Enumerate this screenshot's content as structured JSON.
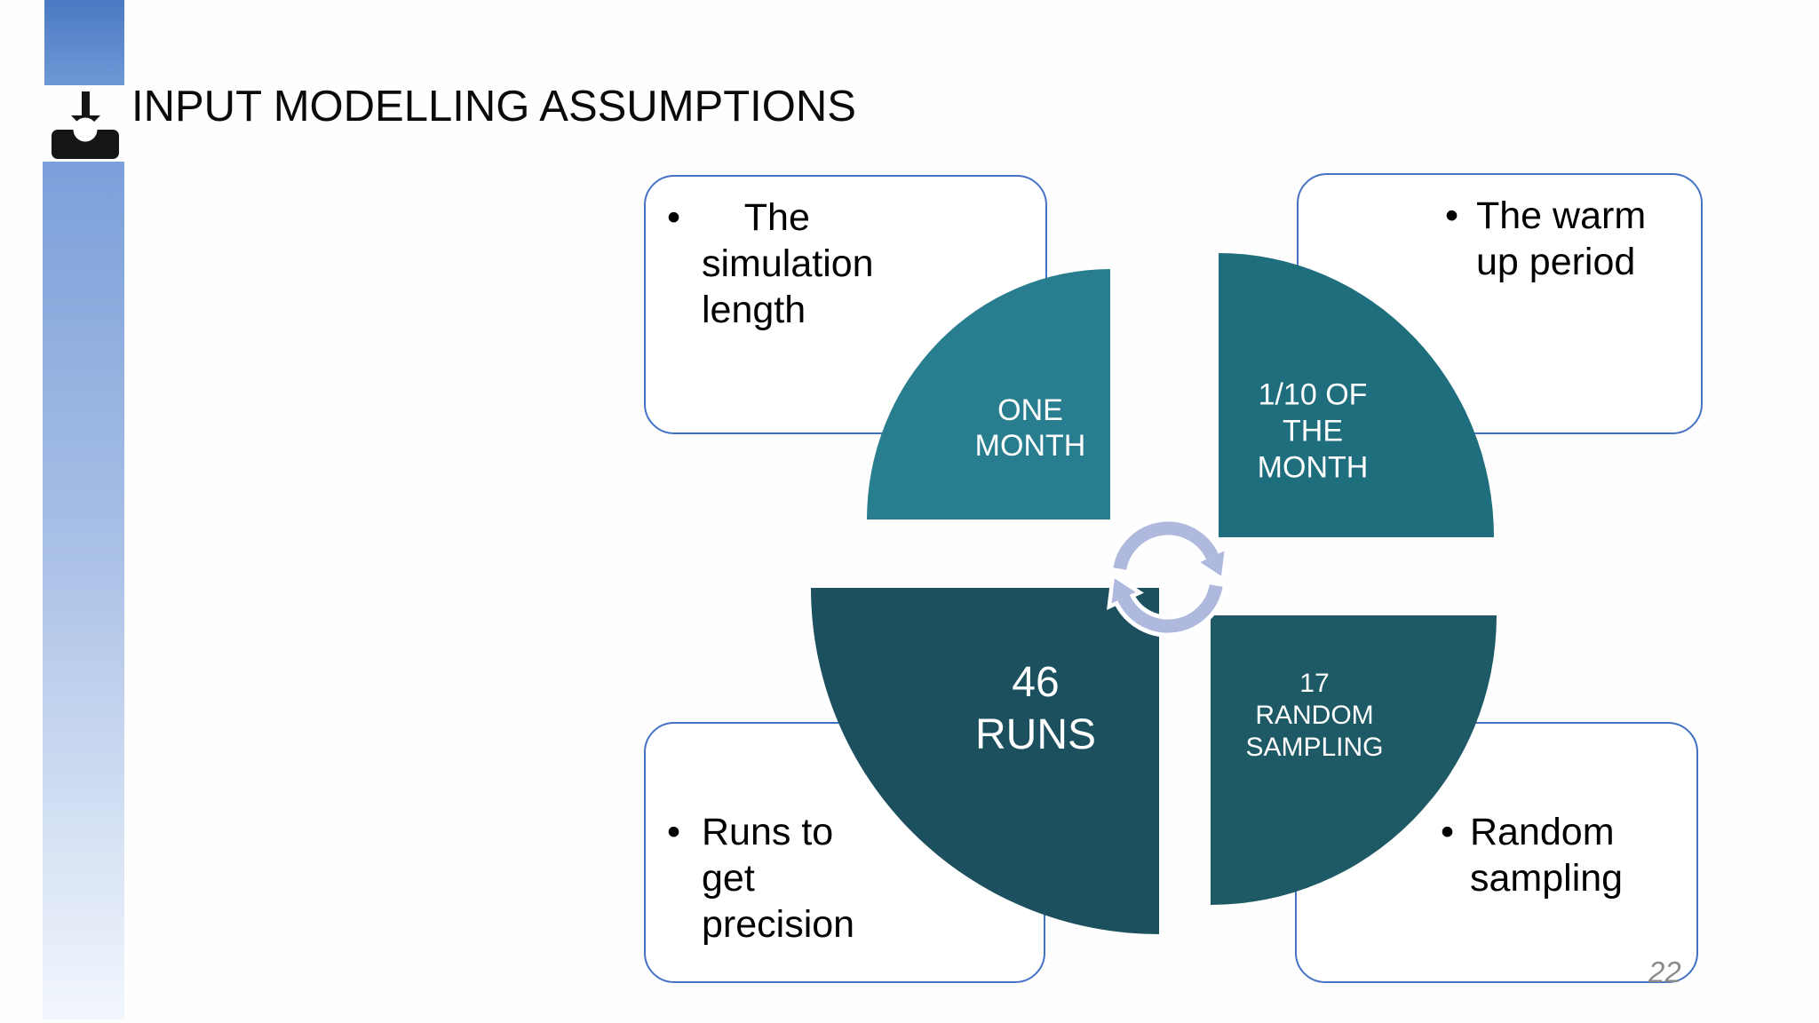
{
  "title": "INPUT MODELLING ASSUMPTIONS",
  "page_number": "22",
  "icons": {
    "download_icon": "download-into-tray",
    "cycle_icon": "circular-refresh-arrows"
  },
  "colors": {
    "accent_blue_border": "#4472C4",
    "square_gradient_top": "#4B7AC3",
    "square_gradient_bottom": "#6F98D6",
    "bar_gradient_top": "#7BA0DA",
    "bar_gradient_bottom": "#F3F7FD",
    "quadrant_one_month": "#287E8F",
    "quadrant_tenth_of_month": "#1F6E7E",
    "quadrant_runs": "#1C505E",
    "quadrant_sampling": "#1E5A66",
    "cycle_arrow": "#AEB9DD",
    "page_number_gray": "#8A8A8A"
  },
  "callouts": {
    "top_left": {
      "bullet": "•",
      "text": "    The\nsimulation\nlength"
    },
    "top_right": {
      "bullet": "•",
      "text": "The warm\nup period"
    },
    "bottom_left": {
      "bullet": "•",
      "text": "Runs to\nget\nprecision"
    },
    "bottom_right": {
      "bullet": "•",
      "text": "Random\nsampling"
    }
  },
  "quadrants": {
    "top_left": {
      "label": "ONE\nMONTH"
    },
    "top_right": {
      "label": "1/10 OF\nTHE\nMONTH"
    },
    "bottom_left": {
      "label": "46\nRUNS"
    },
    "bottom_right": {
      "label": "17\nRANDOM\nSAMPLING"
    }
  }
}
